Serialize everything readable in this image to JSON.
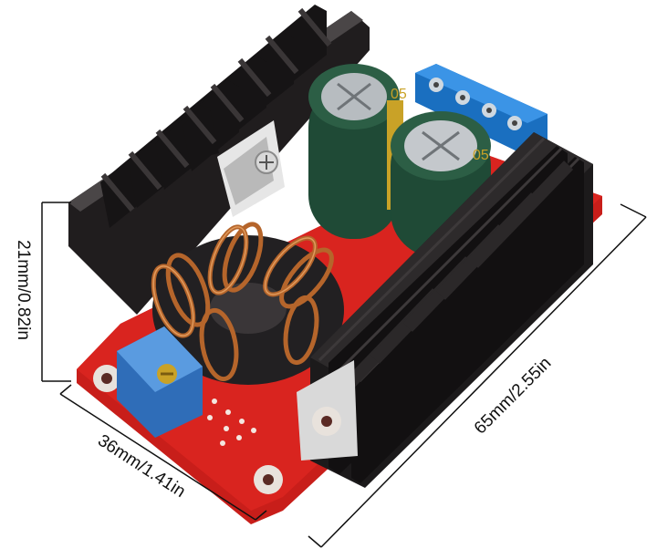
{
  "dimensions": {
    "height_label": "21mm/0.82in",
    "width_label": "36mm/1.41in",
    "length_label": "65mm/2.55in"
  },
  "capacitor_markings": {
    "left_cap_text": "05",
    "right_cap_text": "05"
  },
  "colors": {
    "pcb": "#d9241f",
    "heatsink": "#1c1a1b",
    "capacitor": "#1f4a36",
    "terminal_block": "#1f7fd1",
    "copper_coil": "#b5652b",
    "trimpot": "#3a78c9",
    "dimension_lines": "#111111"
  }
}
